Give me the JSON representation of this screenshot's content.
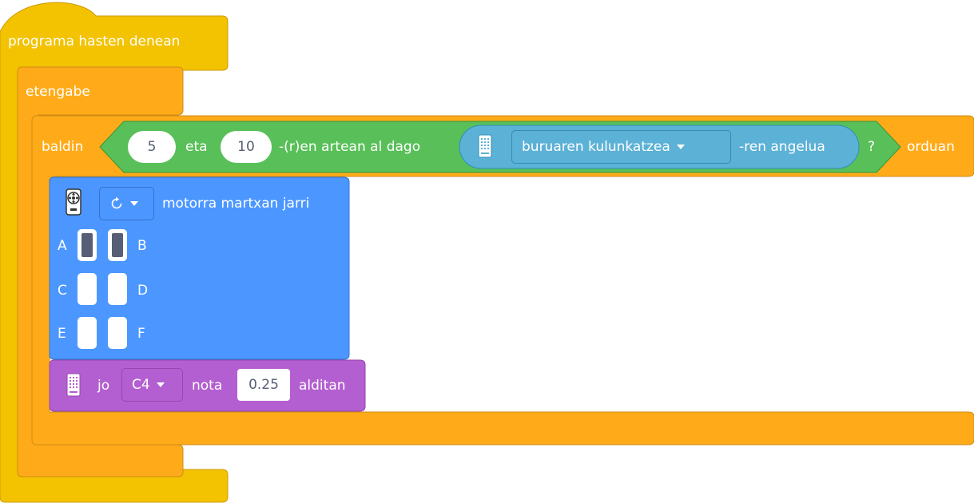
{
  "colors": {
    "event": "#f3c200",
    "control": "#ffab19",
    "operator": "#59c059",
    "sensor": "#5cb1d6",
    "motion": "#4c97ff",
    "sound": "#b45fd1"
  },
  "hat": {
    "label": "programa hasten denean"
  },
  "forever": {
    "label": "etengabe"
  },
  "if_block": {
    "label": "baldin",
    "then_label": "orduan",
    "condition": {
      "low": "5",
      "and_label": "eta",
      "high": "10",
      "between_label": "-(r)en artean al dago",
      "question": "?",
      "reporter": {
        "icon": "microbit-icon",
        "dropdown": "buruaren kulunkatzea",
        "suffix": "-ren angelua"
      }
    }
  },
  "motor_block": {
    "icon": "motor-icon",
    "direction_icon": "rotate-cw-icon",
    "label": "motorra martxan jarri",
    "ports": [
      {
        "left": "A",
        "right": "B",
        "left_on": true,
        "right_on": true
      },
      {
        "left": "C",
        "right": "D",
        "left_on": false,
        "right_on": false
      },
      {
        "left": "E",
        "right": "F",
        "left_on": false,
        "right_on": false
      }
    ]
  },
  "play_block": {
    "icon": "microbit-icon",
    "play_label": "jo",
    "note": "C4",
    "note_label": "nota",
    "beats": "0.25",
    "beats_label": "alditan"
  }
}
